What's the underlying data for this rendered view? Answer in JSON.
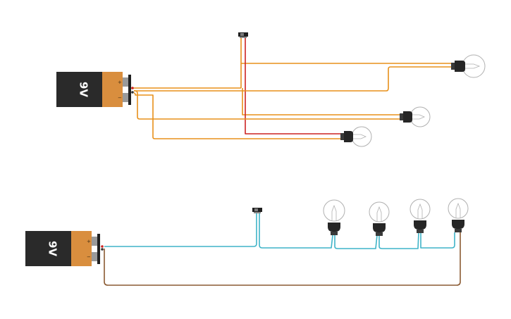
{
  "circuit_top": {
    "battery": {
      "label": "9V",
      "plus": "+",
      "minus": "−"
    },
    "switch": {
      "type": "slide-switch"
    },
    "bulbs": 3,
    "wire_colors": {
      "main": "#e8901a",
      "switched": "#cc2222"
    }
  },
  "circuit_bottom": {
    "battery": {
      "label": "9V",
      "plus": "+",
      "minus": "−"
    },
    "switch": {
      "type": "slide-switch"
    },
    "bulbs": 4,
    "wire_colors": {
      "positive": "#3fb4c8",
      "negative": "#8a5a32"
    }
  },
  "colors": {
    "battery_body": "#2a2a2a",
    "battery_cap": "#d98e3e",
    "bulb_socket": "#262626",
    "bulb_glass": "#b0b0b0"
  }
}
